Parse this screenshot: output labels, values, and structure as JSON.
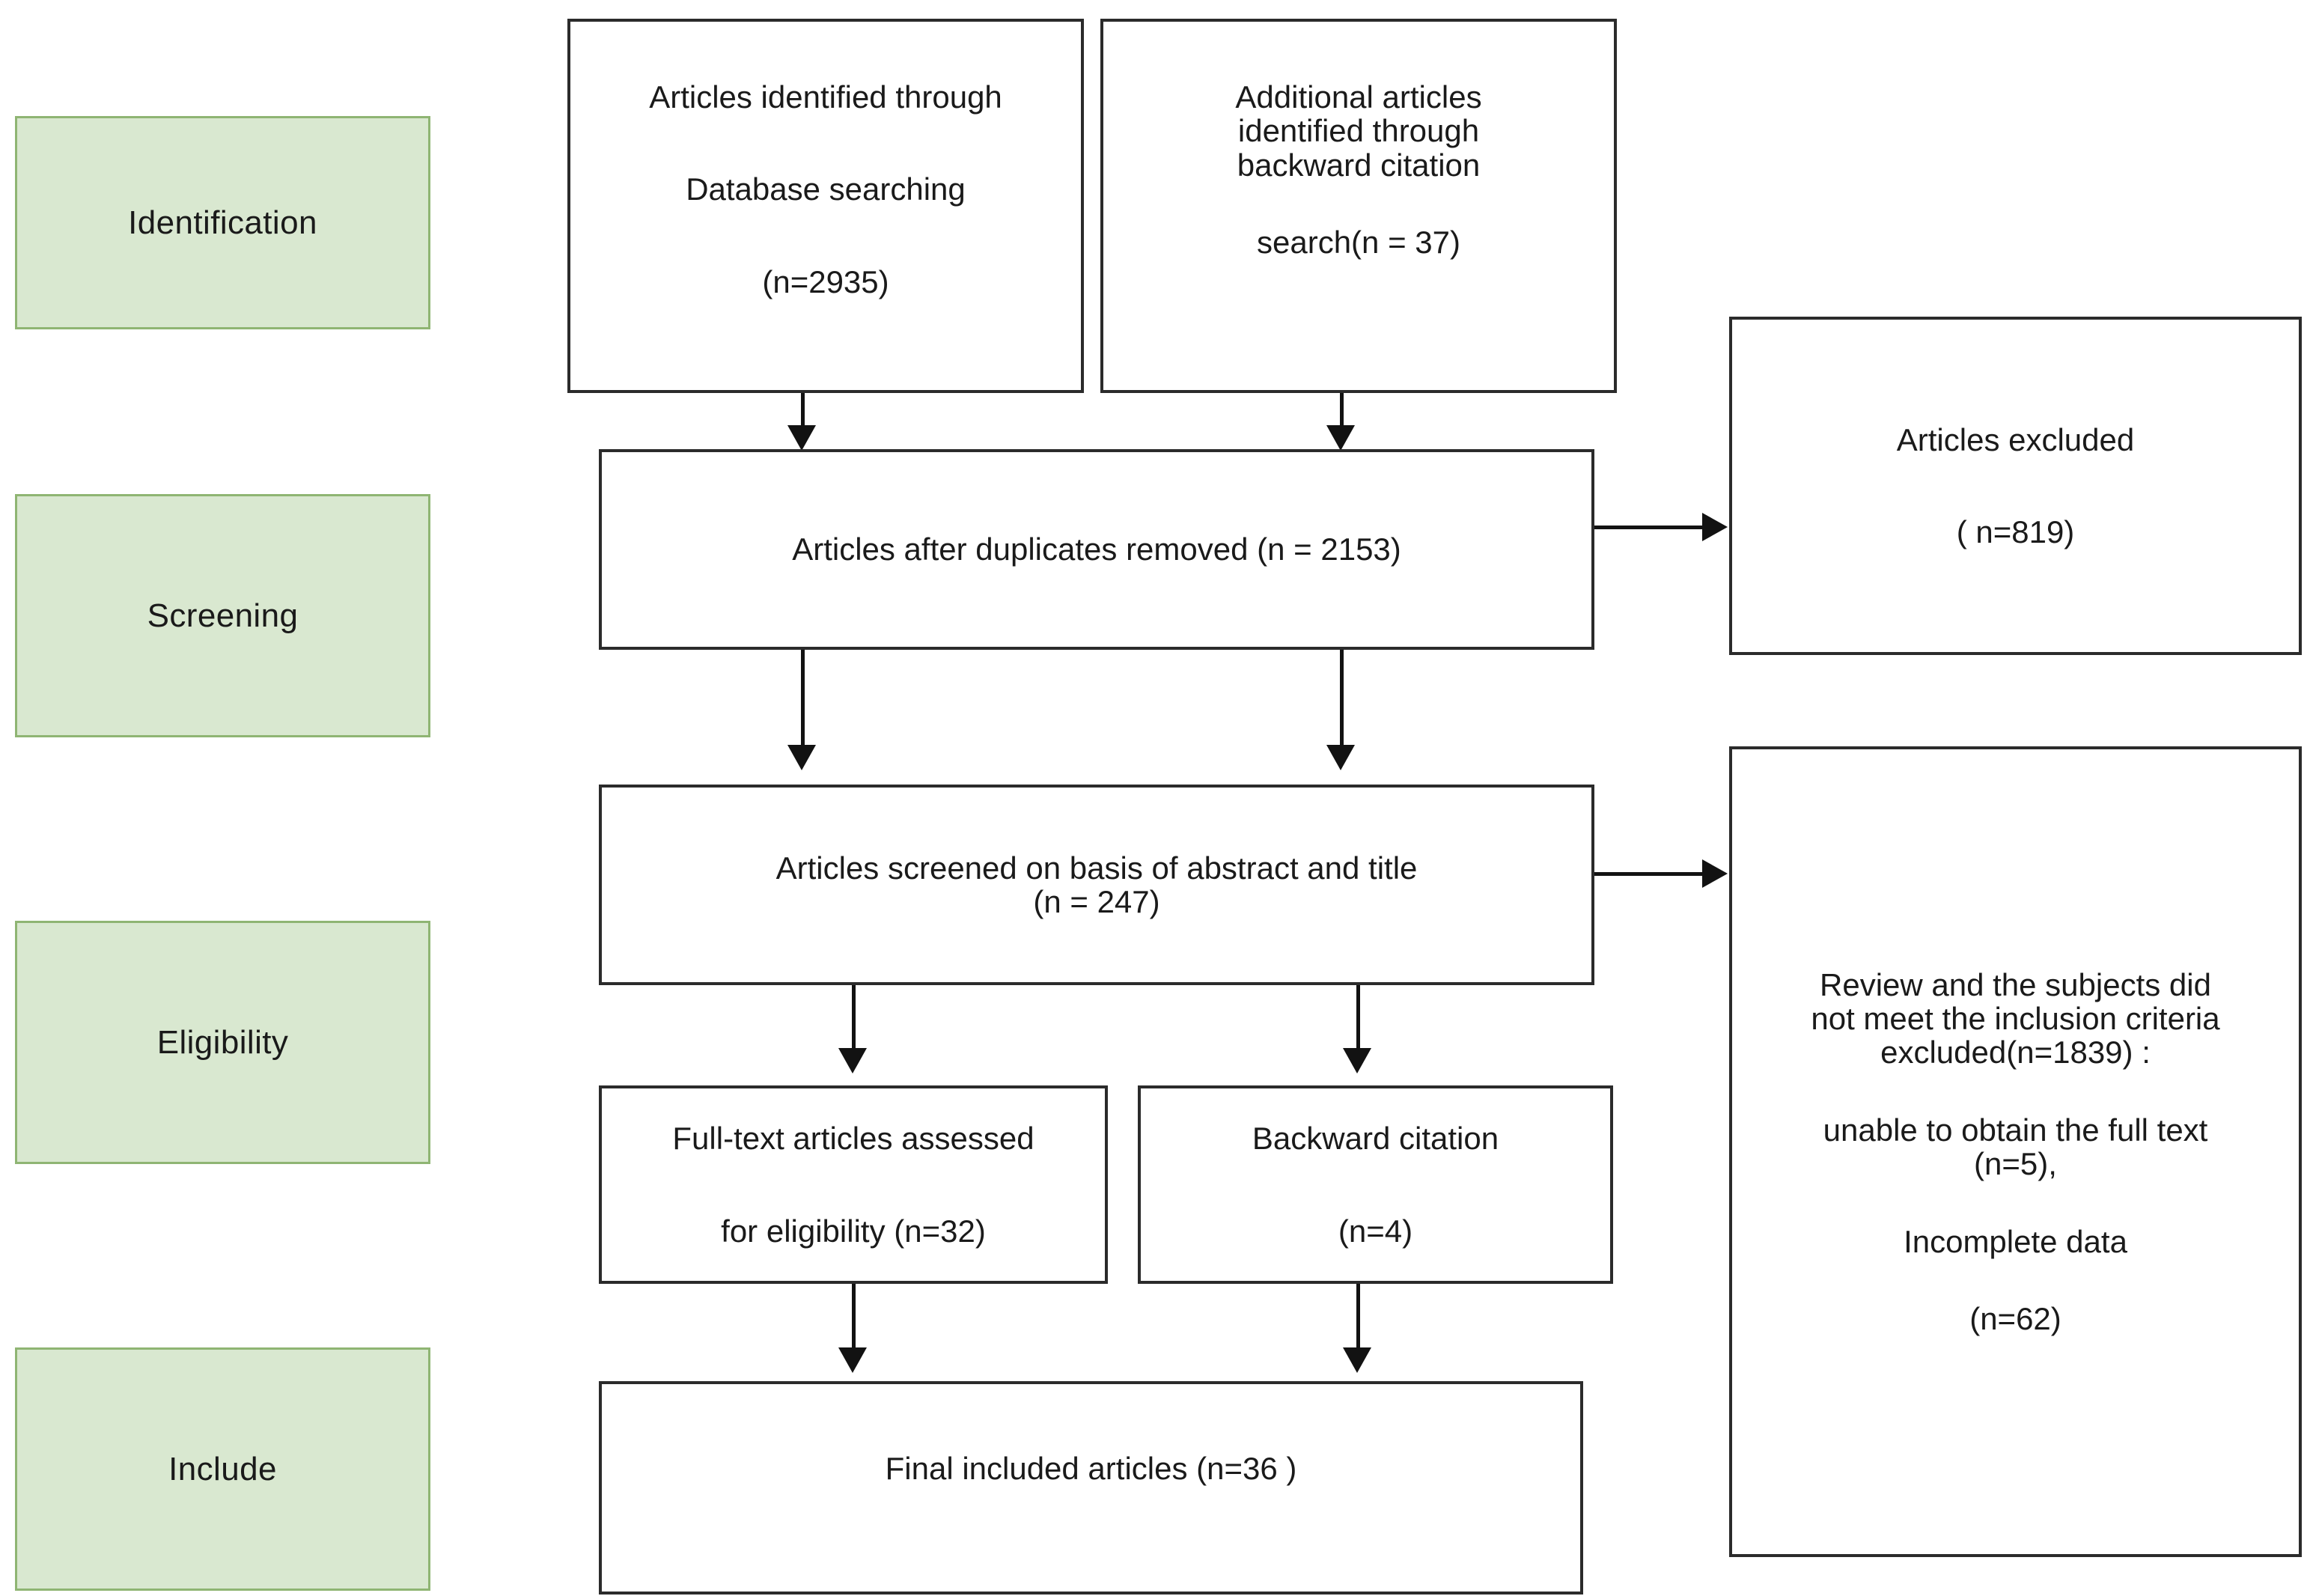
{
  "diagram": {
    "type": "prisma-flow-diagram",
    "title": "PRISMA study selection flow diagram",
    "colors": {
      "stage_fill": "#d9e8d0",
      "stage_border": "#8fb573",
      "box_border": "#2b2b2b",
      "box_fill": "#ffffff",
      "connector": "#121212",
      "text": "#1a1a1a"
    }
  },
  "stages": [
    {
      "id": "identification",
      "label": "Identification"
    },
    {
      "id": "screening",
      "label": "Screening"
    },
    {
      "id": "eligibility",
      "label": "Eligibility"
    },
    {
      "id": "include",
      "label": "Include"
    }
  ],
  "boxes": {
    "database_search": {
      "id": "database-search",
      "lines": [
        "Articles identified through",
        "Database searching",
        "(n=2935)"
      ],
      "n": 2935
    },
    "backward_citation_search": {
      "id": "backward-citation-search",
      "lines": [
        "Additional articles",
        "identified through",
        "backward citation",
        "search(n = 37)"
      ],
      "n": 37
    },
    "duplicates_removed": {
      "id": "duplicates-removed",
      "lines": [
        "Articles after duplicates removed (n = 2153)"
      ],
      "n": 2153
    },
    "articles_excluded": {
      "id": "articles-excluded",
      "lines": [
        "Articles excluded",
        "( n=819)"
      ],
      "n": 819
    },
    "screened_abstract_title": {
      "id": "screened-abstract-title",
      "lines": [
        "Articles screened on basis of abstract and title",
        "(n = 247)"
      ],
      "n": 247
    },
    "review_excluded": {
      "id": "review-excluded",
      "lines": [
        "Review and the subjects did",
        "not meet the inclusion criteria",
        "excluded(n=1839) :",
        "unable to obtain the full text",
        "(n=5),",
        "Incomplete data",
        "(n=62)"
      ],
      "counts": {
        "inclusion_criteria": 1839,
        "no_full_text": 5,
        "incomplete_data": 62
      }
    },
    "full_text_assessed": {
      "id": "full-text-assessed",
      "lines": [
        "Full-text articles assessed",
        "for eligibility (n=32)"
      ],
      "n": 32
    },
    "backward_citation": {
      "id": "backward-citation",
      "lines": [
        "Backward citation",
        "(n=4)"
      ],
      "n": 4
    },
    "final_included": {
      "id": "final-included",
      "lines": [
        "Final included articles (n=36 )"
      ],
      "n": 36
    }
  }
}
